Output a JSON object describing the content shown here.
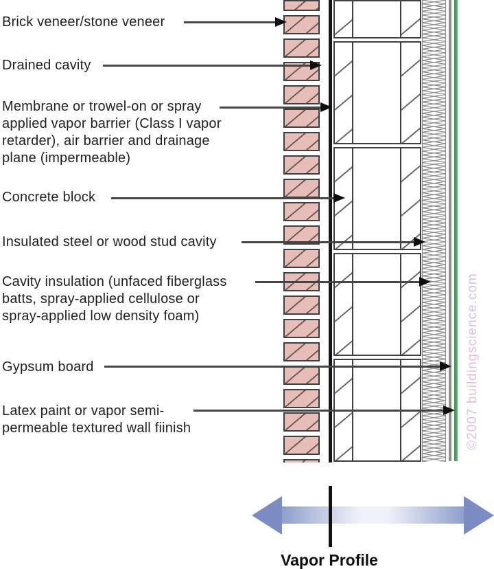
{
  "labels": [
    {
      "id": "brick-veneer",
      "lines": [
        "Brick veneer/stone veneer"
      ]
    },
    {
      "id": "drained-cavity",
      "lines": [
        "Drained cavity"
      ]
    },
    {
      "id": "membrane",
      "lines": [
        "Membrane or trowel-on or spray",
        "applied vapor barrier (Class I vapor",
        "retarder), air barrier and drainage",
        "plane (impermeable)"
      ]
    },
    {
      "id": "concrete-block",
      "lines": [
        "Concrete block"
      ]
    },
    {
      "id": "stud-cavity",
      "lines": [
        "Insulated steel or wood stud cavity"
      ]
    },
    {
      "id": "cavity-insulation",
      "lines": [
        "Cavity insulation (unfaced fiberglass",
        "batts, spray-applied cellulose or",
        "spray-applied low density foam)"
      ]
    },
    {
      "id": "gypsum-board",
      "lines": [
        "Gypsum board"
      ]
    },
    {
      "id": "latex-paint",
      "lines": [
        "Latex paint or vapor semi-",
        "permeable textured wall fiinish"
      ]
    }
  ],
  "footer": {
    "vapor_profile_label": "Vapor Profile"
  },
  "watermark": "©2007 buildingscience.com",
  "colors": {
    "text": "#1f1f1f",
    "leader": "#454545",
    "arrowhead": "#0e0e0e",
    "outline": "#3f3f3f",
    "brick_fill": "#e6bdb9",
    "brick_hatch": "#6f5b58",
    "block_hatch": "#6a6a6a",
    "membrane": "#161616",
    "gypsum": "#8f8f8f",
    "paint_green": "#2f8f47",
    "paint_green_light": "#6cb57c",
    "arrow_blue": "#7b8cc2",
    "arrow_blue_mid": "#8a9bca",
    "arrow_white": "#eff1f8",
    "watermark": "#dcc0d6"
  }
}
